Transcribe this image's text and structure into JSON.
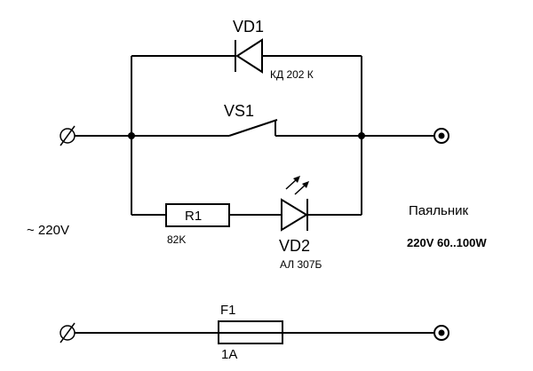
{
  "components": {
    "vd1": {
      "ref": "VD1",
      "part": "КД 202 К"
    },
    "vs1": {
      "ref": "VS1"
    },
    "r1": {
      "ref": "R1",
      "value": "82K"
    },
    "vd2": {
      "ref": "VD2",
      "part": "АЛ 307Б"
    },
    "f1": {
      "ref": "F1",
      "value": "1A"
    }
  },
  "supply": {
    "label": "~ 220V"
  },
  "load": {
    "name": "Паяльник",
    "rating": "220V 60..100W"
  }
}
